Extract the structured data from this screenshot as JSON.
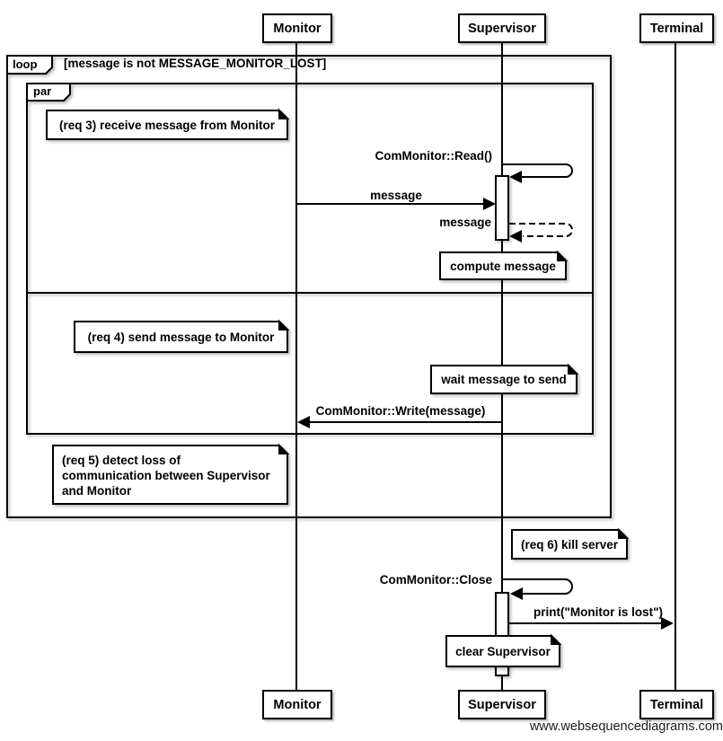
{
  "watermark": "www.websequencediagrams.com",
  "actors": {
    "monitor": "Monitor",
    "supervisor": "Supervisor",
    "terminal": "Terminal"
  },
  "frames": {
    "loop": {
      "label": "loop",
      "guard": "[message is not MESSAGE_MONITOR_LOST]"
    },
    "par": {
      "label": "par"
    }
  },
  "notes": {
    "req3": "(req 3) receive message from Monitor",
    "compute": "compute message",
    "req4": "(req 4) send message to Monitor",
    "wait": "wait message to send",
    "req5": "(req 5) detect loss of\ncommunication between Supervisor\nand Monitor",
    "req6": "(req 6) kill server",
    "clear": "clear Supervisor"
  },
  "messages": {
    "read_self": "ComMonitor::Read()",
    "message_in": "message",
    "message_return": "message",
    "write": "ComMonitor::Write(message)",
    "close_self": "ComMonitor::Close",
    "print_terminal": "print(\"Monitor is lost\")"
  },
  "colors": {
    "stroke": "#000000",
    "background": "#ffffff"
  }
}
